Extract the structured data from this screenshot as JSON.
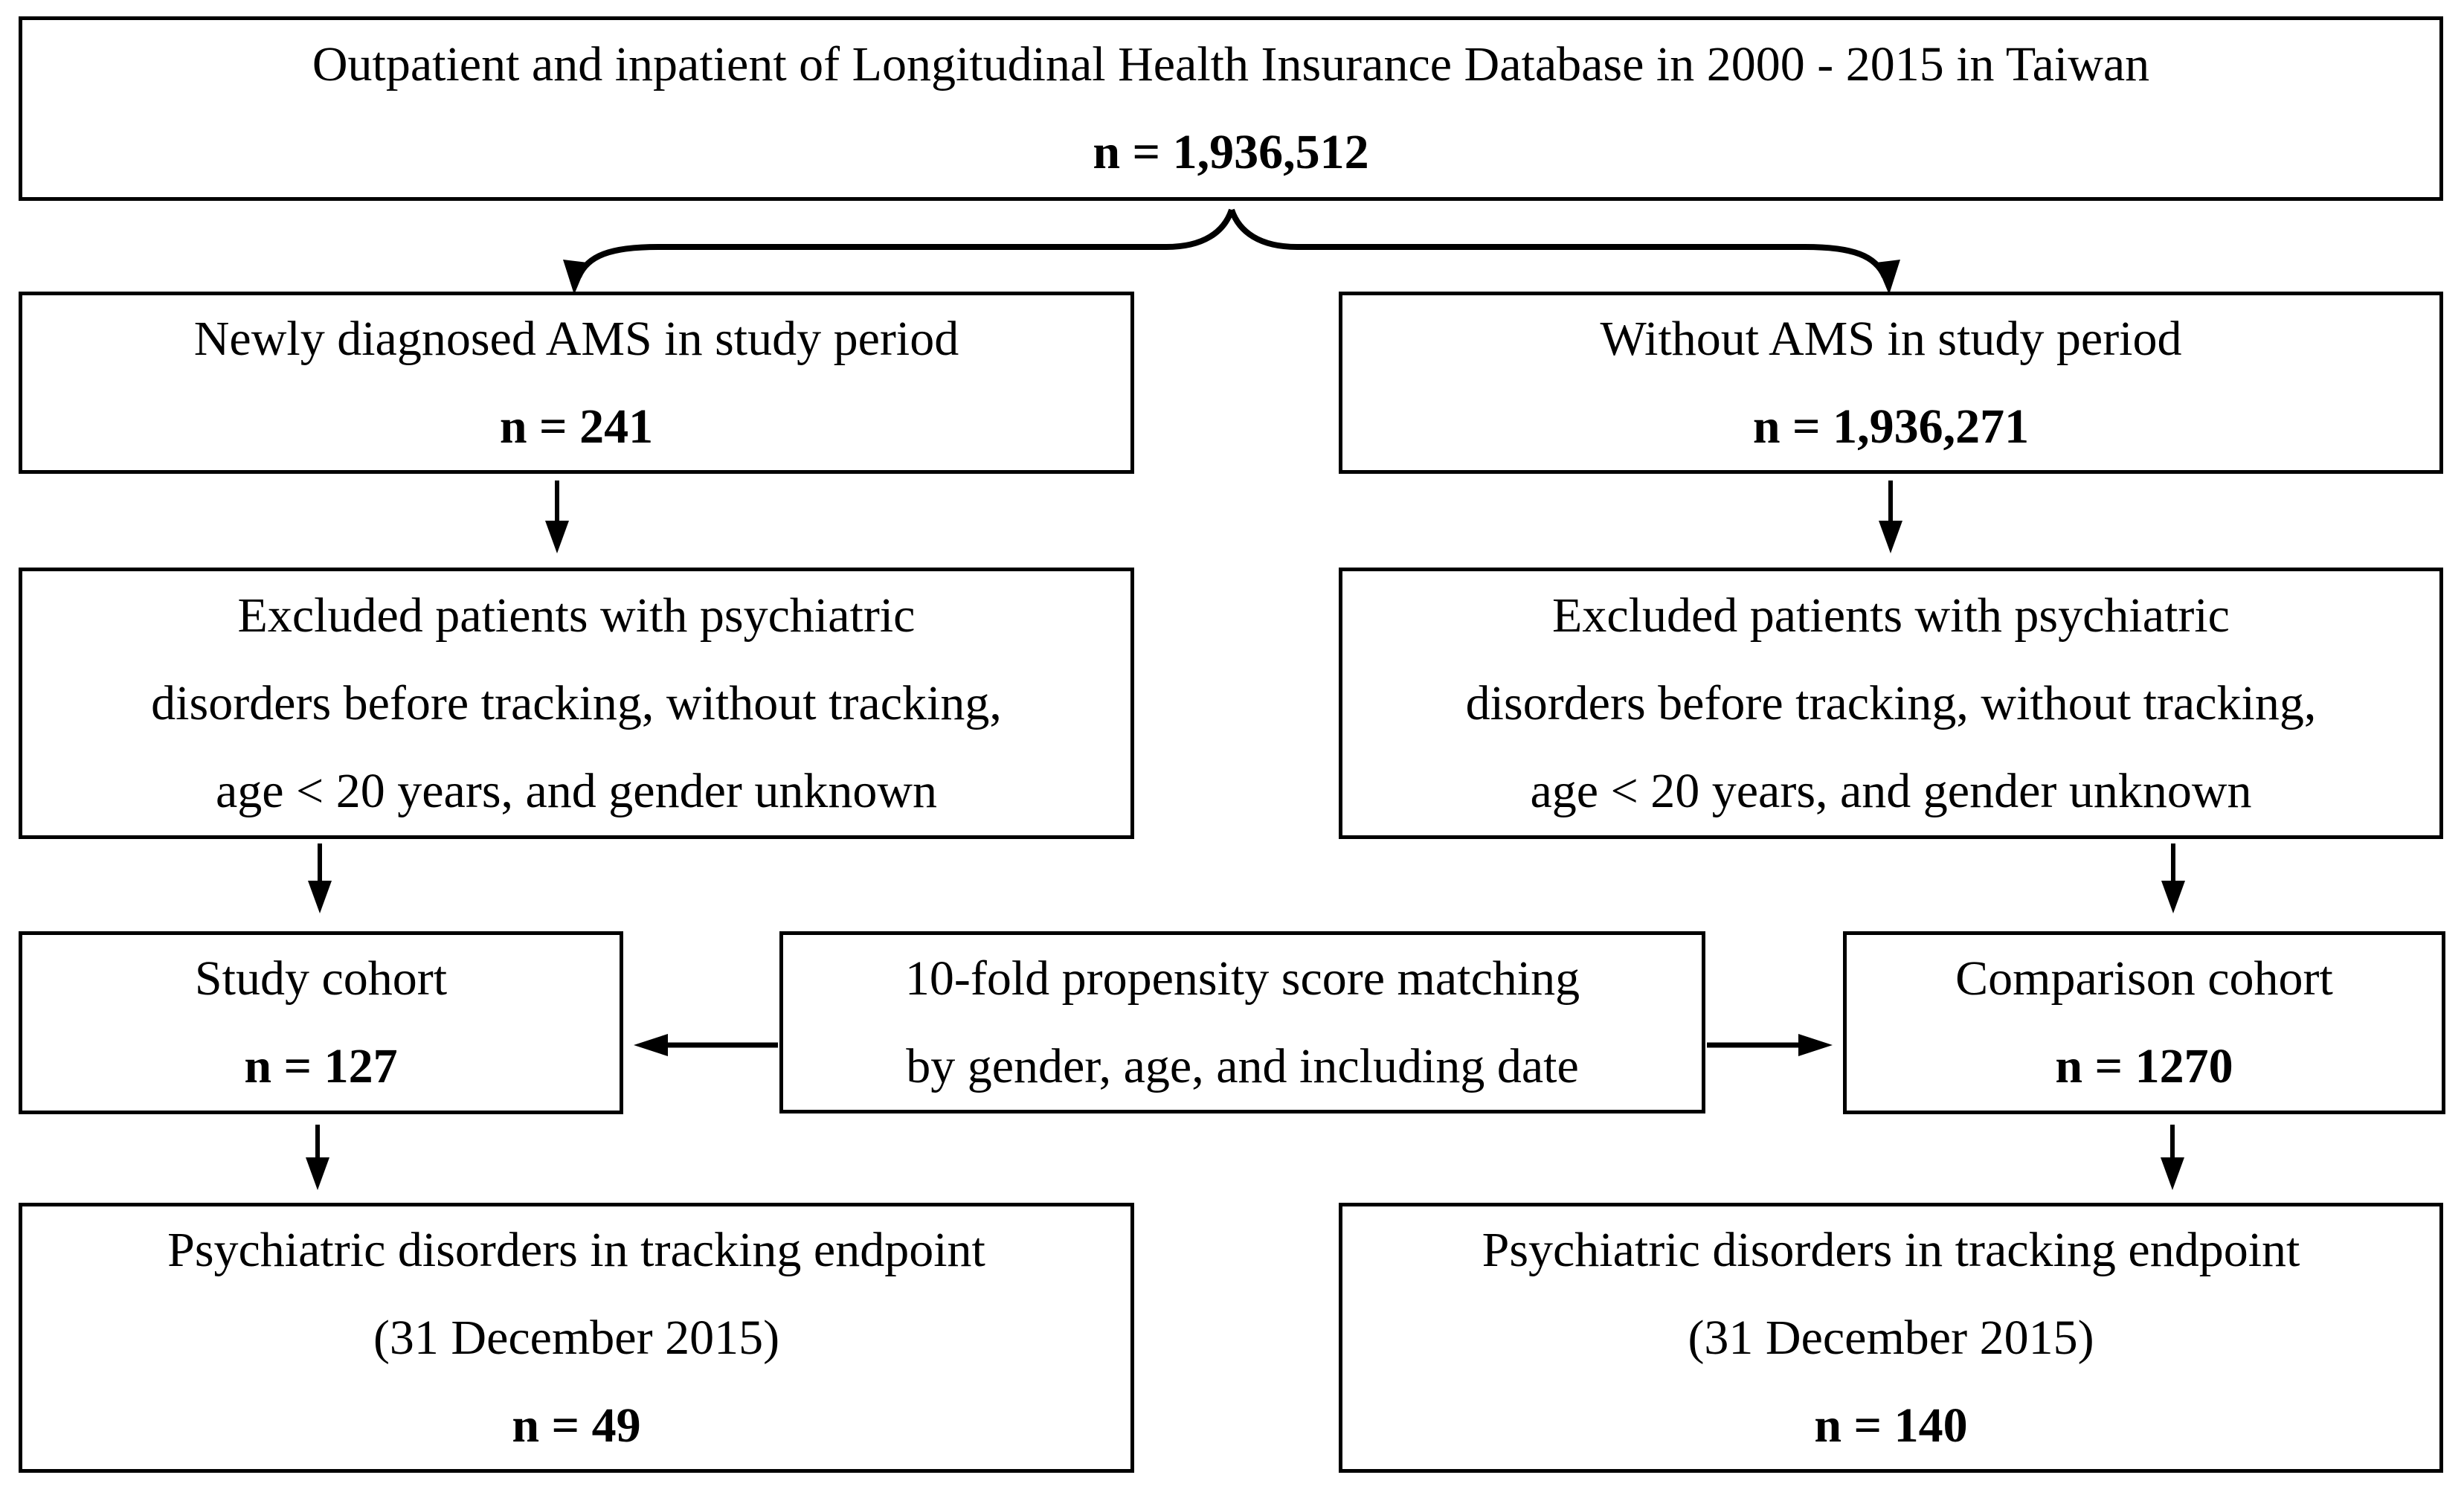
{
  "colors": {
    "ink": "#000000",
    "paper": "#ffffff"
  },
  "flowchart": {
    "source": {
      "label": "Outpatient and inpatient of Longitudinal Health Insurance Database in 2000 - 2015 in Taiwan",
      "count": "n = 1,936,512"
    },
    "ams": {
      "label": "Newly diagnosed AMS in study period",
      "count": "n = 241"
    },
    "no_ams": {
      "label": "Without AMS in study period",
      "count": "n = 1,936,271"
    },
    "excluded_left": {
      "lines": [
        "Excluded patients with psychiatric",
        "disorders before tracking, without tracking,",
        "age < 20 years, and gender unknown"
      ]
    },
    "excluded_right": {
      "lines": [
        "Excluded patients with psychiatric",
        "disorders before tracking, without tracking,",
        "age < 20 years, and gender unknown"
      ]
    },
    "study": {
      "label": "Study cohort",
      "count": "n = 127"
    },
    "matching": {
      "lines": [
        "10-fold propensity score matching",
        "by gender, age, and including date"
      ]
    },
    "comparison": {
      "label": "Comparison cohort",
      "count": "n = 1270"
    },
    "endpoint_study": {
      "lines": [
        "Psychiatric disorders in tracking endpoint",
        "(31 December 2015)"
      ],
      "count": "n = 49"
    },
    "endpoint_comparison": {
      "lines": [
        "Psychiatric disorders in tracking endpoint",
        "(31 December 2015)"
      ],
      "count": "n = 140"
    }
  }
}
